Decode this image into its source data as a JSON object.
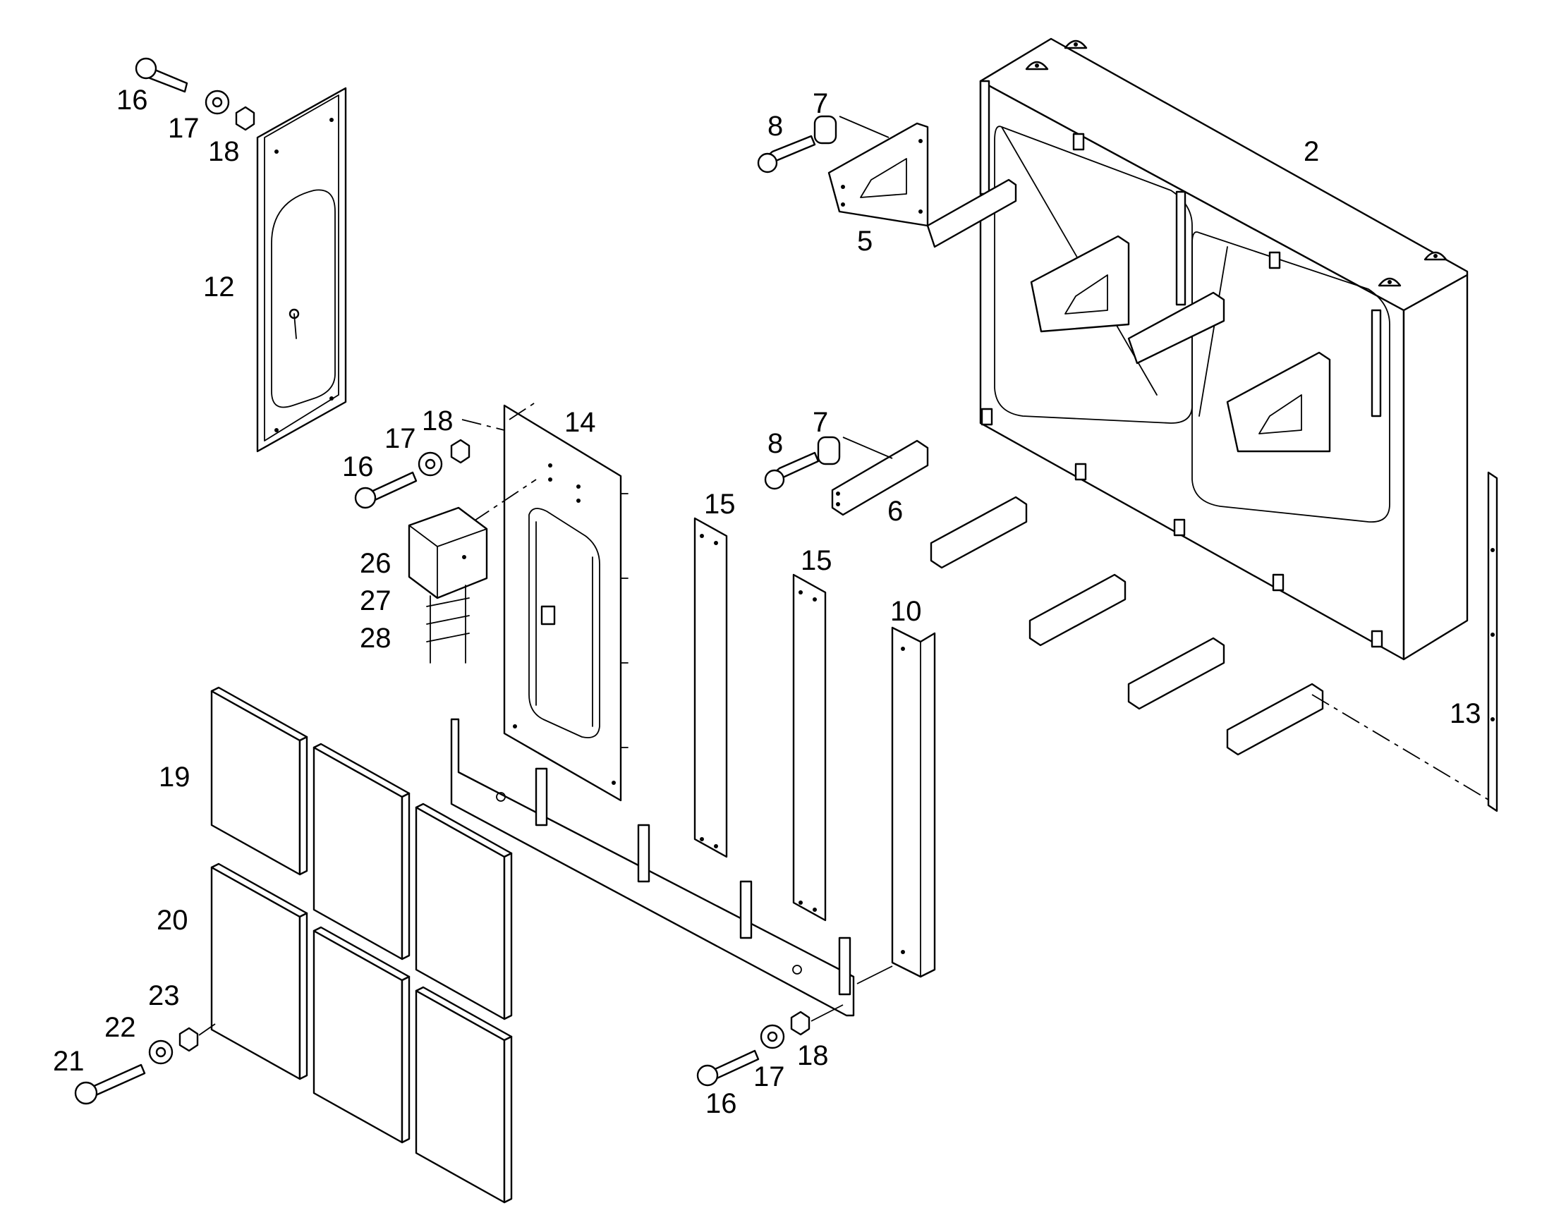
{
  "diagram": {
    "type": "exploded-parts-view",
    "callouts": [
      {
        "id": "c2",
        "text": "2"
      },
      {
        "id": "c5",
        "text": "5"
      },
      {
        "id": "c6",
        "text": "6"
      },
      {
        "id": "c7a",
        "text": "7"
      },
      {
        "id": "c7b",
        "text": "7"
      },
      {
        "id": "c8a",
        "text": "8"
      },
      {
        "id": "c8b",
        "text": "8"
      },
      {
        "id": "c10",
        "text": "10"
      },
      {
        "id": "c12",
        "text": "12"
      },
      {
        "id": "c13",
        "text": "13"
      },
      {
        "id": "c14",
        "text": "14"
      },
      {
        "id": "c15a",
        "text": "15"
      },
      {
        "id": "c15b",
        "text": "15"
      },
      {
        "id": "c16a",
        "text": "16"
      },
      {
        "id": "c16b",
        "text": "16"
      },
      {
        "id": "c16c",
        "text": "16"
      },
      {
        "id": "c17a",
        "text": "17"
      },
      {
        "id": "c17b",
        "text": "17"
      },
      {
        "id": "c17c",
        "text": "17"
      },
      {
        "id": "c18a",
        "text": "18"
      },
      {
        "id": "c18b",
        "text": "18"
      },
      {
        "id": "c18c",
        "text": "18"
      },
      {
        "id": "c19",
        "text": "19"
      },
      {
        "id": "c20",
        "text": "20"
      },
      {
        "id": "c21",
        "text": "21"
      },
      {
        "id": "c22",
        "text": "22"
      },
      {
        "id": "c23",
        "text": "23"
      },
      {
        "id": "c26",
        "text": "26"
      },
      {
        "id": "c27",
        "text": "27"
      },
      {
        "id": "c28",
        "text": "28"
      }
    ]
  }
}
